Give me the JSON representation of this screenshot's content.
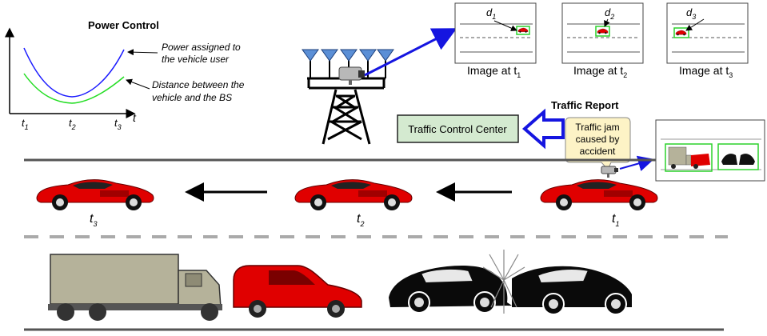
{
  "power_chart": {
    "title": "Power Control",
    "legend_power_line1": "Power assigned to",
    "legend_power_line2": "the vehicle user",
    "legend_distance_line1": "Distance between the",
    "legend_distance_line2": "vehicle and the BS",
    "axis_t": "t",
    "ticks": [
      {
        "base": "t",
        "sub": "1"
      },
      {
        "base": "t",
        "sub": "2"
      },
      {
        "base": "t",
        "sub": "3"
      }
    ],
    "colors": {
      "power": "#1a1aff",
      "distance": "#22dd22"
    }
  },
  "images": [
    {
      "label": "Image at t",
      "sub": "1",
      "dist_base": "d",
      "dist_sub": "1"
    },
    {
      "label": "Image at t",
      "sub": "2",
      "dist_base": "d",
      "dist_sub": "2"
    },
    {
      "label": "Image at t",
      "sub": "3",
      "dist_base": "d",
      "dist_sub": "3"
    }
  ],
  "traffic_report": "Traffic Report",
  "control_center": "Traffic Control Center",
  "callout": {
    "line1": "Traffic jam",
    "line2": "caused by",
    "line3": "accident"
  },
  "car_labels": [
    {
      "base": "t",
      "sub": "3"
    },
    {
      "base": "t",
      "sub": "2"
    },
    {
      "base": "t",
      "sub": "1"
    }
  ],
  "colors": {
    "car": "#e00000",
    "arrow_blue": "#1515e0",
    "control_center_fill": "#d4ead0",
    "callout_fill": "#fdf3c6",
    "truck": "#b5b29a",
    "road": "#555555"
  },
  "icons": [
    "antenna-array-icon",
    "cctv-camera-icon",
    "tower-icon",
    "accident-icon"
  ]
}
